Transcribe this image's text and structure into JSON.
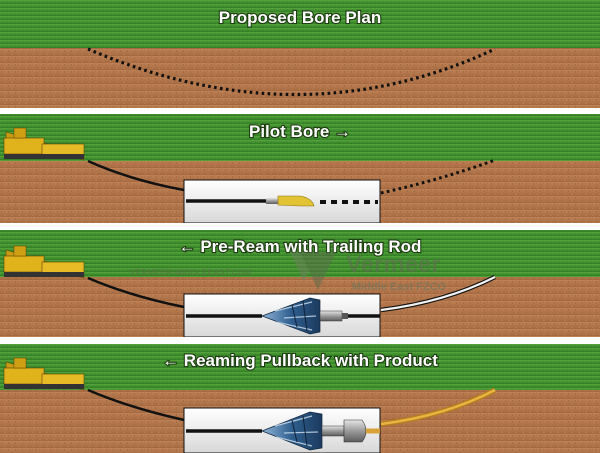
{
  "panels": [
    {
      "title": "Proposed Bore Plan",
      "stage": "plan"
    },
    {
      "title": "Pilot Bore →",
      "stage": "pilot"
    },
    {
      "title": "← Pre-Ream with Trailing Rod",
      "stage": "pre-ream"
    },
    {
      "title": "← Reaming Pullback with Product",
      "stage": "pullback"
    }
  ],
  "watermark": {
    "url": "VERMEER-MIDDLEEAST.COM",
    "brand": "Vermeer",
    "subtitle": "Middle East FZCO"
  },
  "colors": {
    "grass": "#3f8f2e",
    "soil": "#b2744a",
    "separator": "#ffffff",
    "drill_rig": "#d9a817",
    "drill_rod": "#111111",
    "product_pipe": "#e0a531",
    "reamer": "#2f5f8f"
  },
  "icons": [
    "drill-rig-icon",
    "drill-head-icon",
    "reamer-icon",
    "swivel-icon"
  ]
}
